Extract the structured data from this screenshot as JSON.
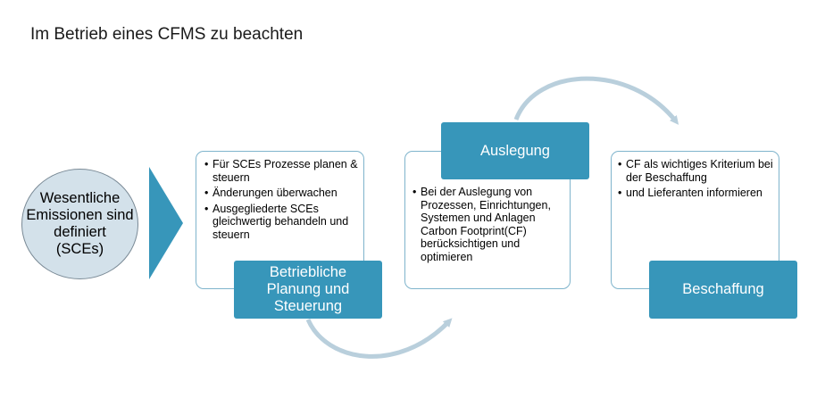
{
  "title": "Im Betrieb eines CFMS zu beachten",
  "start": {
    "label": "Wesentliche Emissionen sind definiert (SCEs)",
    "lines": [
      "Wesentliche",
      "Emissionen sind",
      "definiert",
      "(SCEs)"
    ]
  },
  "colors": {
    "accent": "#3796ba",
    "panel_border": "#7fb4cc",
    "arrow": "#b9cfdc",
    "circle_fill": "#d3e1ea"
  },
  "steps": [
    {
      "label": "Betriebliche Planung und Steuerung",
      "label_lines": [
        "Betriebliche",
        "Planung und",
        "Steuerung"
      ],
      "bullets": [
        "Für SCEs Prozesse planen & steuern",
        "Änderungen überwachen",
        "Ausgegliederte SCEs gleichwertig behandeln und steuern"
      ]
    },
    {
      "label": "Auslegung",
      "bullets": [
        "Bei der Auslegung von Prozessen, Einrichtungen, Systemen und Anlagen Carbon Footprint(CF) berücksichtigen und optimieren"
      ]
    },
    {
      "label": "Beschaffung",
      "bullets": [
        "CF als wichtiges Kriterium bei der Beschaffung",
        "und Lieferanten informieren"
      ]
    }
  ]
}
